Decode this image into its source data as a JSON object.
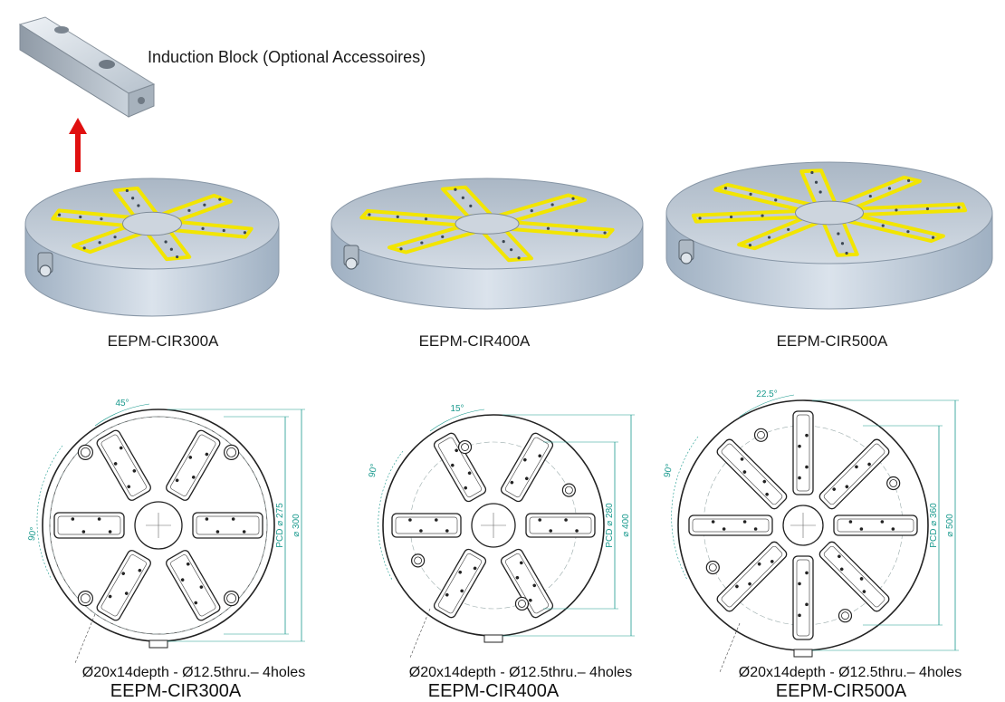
{
  "accessory": {
    "label": "Induction Block (Optional Accessoires)"
  },
  "products": [
    {
      "model": "EEPM-CIR300A",
      "pcd_label": "PCD ⌀ 275",
      "dia_label": "⌀ 300",
      "top_angle": "45°",
      "side_angle": "90°",
      "hole_note": "Ø20x14depth - Ø12.5thru.– 4holes",
      "poles": 6
    },
    {
      "model": "EEPM-CIR400A",
      "pcd_label": "PCD ⌀ 280",
      "dia_label": "⌀ 400",
      "top_angle": "15°",
      "side_angle": "90°",
      "hole_note": "Ø20x14depth - Ø12.5thru.– 4holes",
      "poles": 6
    },
    {
      "model": "EEPM-CIR500A",
      "pcd_label": "PCD ⌀ 360",
      "dia_label": "⌀ 500",
      "top_angle": "22.5°",
      "side_angle": "90°",
      "hole_note": "Ø20x14depth - Ø12.5thru.– 4holes",
      "poles": 8
    }
  ],
  "colors": {
    "pole_highlight": "#f2e500",
    "dimension": "#1a9a8e",
    "arrow": "#e01010",
    "body_metal": "#b9c6d4"
  },
  "icons": {
    "arrow": "up-arrow-icon",
    "connector": "cable-connector-icon"
  }
}
